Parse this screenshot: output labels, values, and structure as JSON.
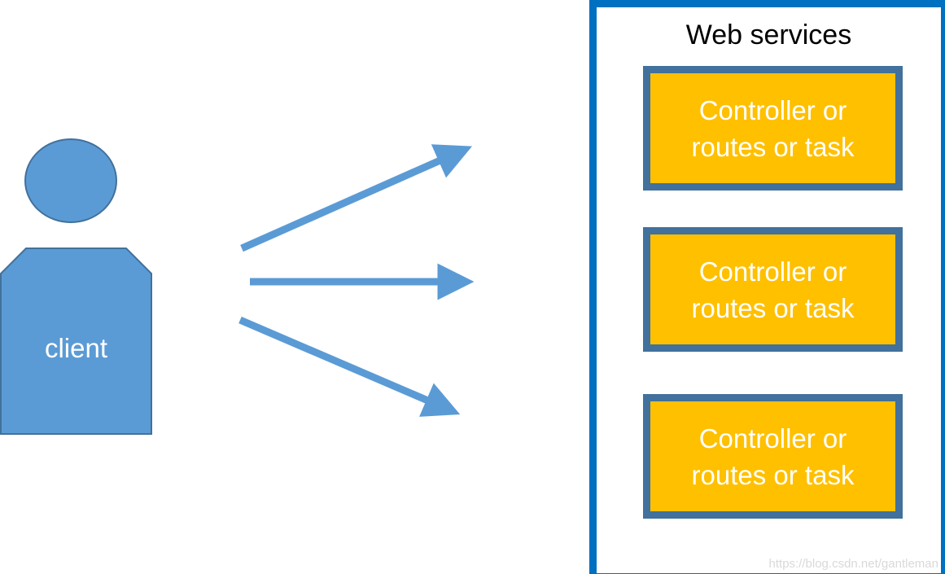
{
  "client": {
    "label": "client"
  },
  "services": {
    "title": "Web services",
    "tasks": [
      {
        "label": "Controller or\nroutes or task"
      },
      {
        "label": "Controller or\nroutes or task"
      },
      {
        "label": "Controller or\nroutes or task"
      }
    ]
  },
  "watermark": "https://blog.csdn.net/gantleman",
  "colors": {
    "client_fill": "#5b9bd5",
    "client_stroke": "#41719c",
    "arrow": "#5b9bd5",
    "container_border": "#0070c0",
    "task_fill": "#ffc000",
    "task_border": "#41719c"
  }
}
